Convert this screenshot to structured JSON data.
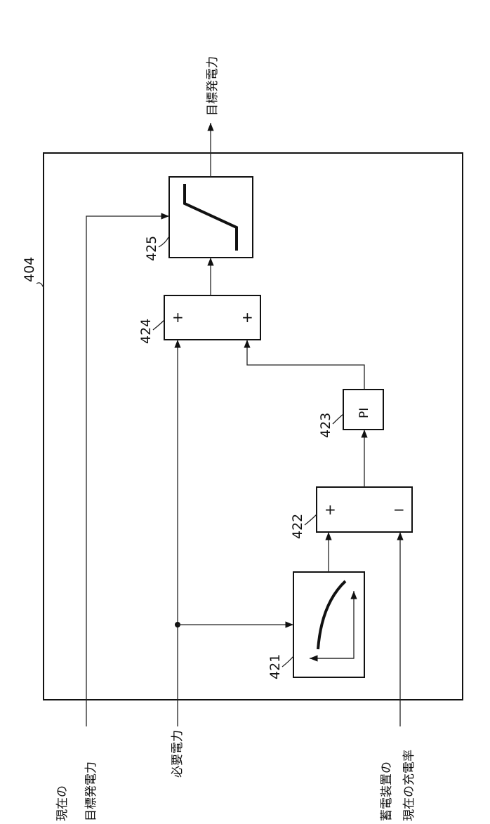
{
  "outer_block": {
    "ref": "404"
  },
  "blocks": {
    "b421": {
      "ref": "421"
    },
    "b422": {
      "ref": "422",
      "plus": "+",
      "minus": "−"
    },
    "b423": {
      "ref": "423",
      "text": "PI"
    },
    "b424": {
      "ref": "424",
      "plus1": "+",
      "plus2": "+"
    },
    "b425": {
      "ref": "425"
    }
  },
  "inputs": {
    "current_target_line1": "現在の",
    "current_target_line2": "目標発電力",
    "required_power": "必要電力",
    "soc_line1": "蓄電装置の",
    "soc_line2": "現在の充電率"
  },
  "output": {
    "target_power": "目標発電力"
  }
}
